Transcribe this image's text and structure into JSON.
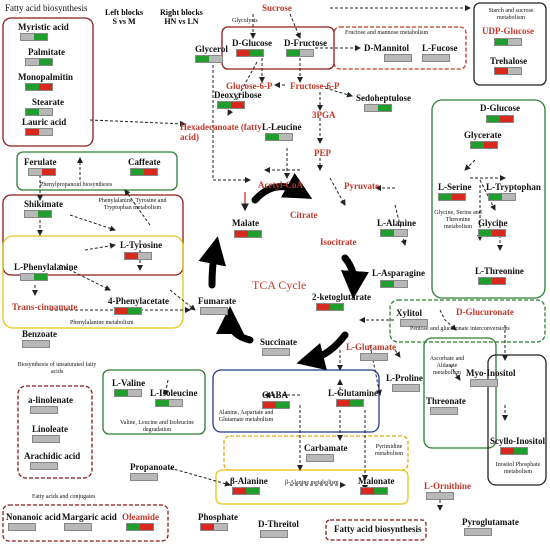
{
  "legend": {
    "left_title": "Left blocks",
    "left_sub": "S vs M",
    "right_title": "Right blocks",
    "right_sub": "HN vs LN"
  },
  "center_label": "TCA Cycle",
  "colors": {
    "up": "#d9281e",
    "down": "#1f9e2d",
    "unchanged": "#b8b8b8",
    "red_text": "#c0392b"
  },
  "groups": {
    "fatty_acid_biosynthesis_top": "Fatty acid biosynthesis",
    "glycolysis": "Glycolysis",
    "fructose_mannose": "Fructose and mannose metabolism",
    "starch_sucrose": "Starch and sucrose metabolism",
    "phenylpropanoid": "Phenylpropanoid biosynthesis",
    "phe_tyr_trp": "Phenylalanine, Tyrosine and Tryptophan metabolism",
    "phenylalanine": "Phenylalanine metabolism",
    "gly_ser_thr": "Glycine, Serine and Threonine metabolism",
    "pentose": "Pentose and glucoronate interconversions",
    "ascorbate": "Ascorbate and Aldarate metabolism",
    "inositol": "Inositol Phosphate metabolism",
    "unsaturated": "Biosynthesis of unsaturated fatty acids",
    "val_leu_ile": "Valine, Leucine and Isoleucine degradation",
    "ala_asp_glu": "Alanine, Aspartate and Glutamate metabolism",
    "pyrimidine": "Pyrimidine metabolism",
    "beta_alanine": "β-Alanine metabolism",
    "fatty_conj": "Fatty acids and conjugates",
    "fatty_acid_biosynthesis_bottom": "Fatty acid biosynthesis"
  },
  "metabolites": {
    "myristic": "Myristic acid",
    "palmitate": "Palmitate",
    "monopalmitin": "Monopalmitin",
    "stearate": "Stearate",
    "lauric": "Lauric acid",
    "glycerol": "Glycerol",
    "deoxyribose": "Deoxyribose",
    "hexadecanoate": "Hexadecanoate (fatty acid)",
    "sucrose": "Sucrose",
    "dglucose": "D-Glucose",
    "dfructose": "D-Fructose",
    "dmannitol": "D-Mannitol",
    "lfucose": "L-Fucose",
    "udpglucose": "UDP-Glucose",
    "trehalose": "Trehalose",
    "glucose6p": "Glucose-6-P",
    "fructose6p": "Fructose-6-P",
    "sedoheptulose": "Sedoheptulose",
    "lleucine": "L-Leucine",
    "pga3": "3PGA",
    "pep": "PEP",
    "acetylcoa": "Acetyl-CoA",
    "pyruvate": "Pyruvate",
    "citrate": "Citrate",
    "isocitrate": "Isocitrate",
    "malate": "Malate",
    "dglucose2": "D-Glucose",
    "glycerate": "Glycerate",
    "lserine": "L-Serine",
    "ltryptophan": "L-Tryptophan",
    "glycine": "Glycine",
    "lthreonine": "L-Threonine",
    "ferulate": "Ferulate",
    "caffeate": "Caffeate",
    "shikimate": "Shikimate",
    "ltyrosine": "L-Tyrosine",
    "lphenylalanine": "L-Phenylalanine",
    "phenylacetate": "4-Phenylacetate",
    "transcinnamate": "Trans-cinnamate",
    "benzoate": "Benzoate",
    "fumarate": "Fumarate",
    "lalanine": "L-Alanine",
    "lasparagine": "L-Asparagine",
    "ketoglutarate": "2-ketoglutarate",
    "xylitol": "Xylitol",
    "dglucuronate": "D-Glucuronate",
    "succinate": "Succinate",
    "lglutamate": "L-Glutamate",
    "lproline": "L-Proline",
    "myoinositol": "Myo-Inositol",
    "threonate": "Threonate",
    "scylloinositol": "Scyllo-Inositol",
    "lvaline": "L-Valine",
    "lisoleucine": "L-Isoleucine",
    "gaba": "GABA",
    "lglutamine": "L-Glutamine",
    "alinolenate": "a-linolenate",
    "linoleate": "Linoleate",
    "arachidic": "Arachidic acid",
    "carbamate": "Carbamate",
    "propanoate": "Propanoate",
    "balanine": "β-Alanine",
    "malonate": "Malonate",
    "lornithine": "L-Ornithine",
    "nonanoic": "Nonanoic acid",
    "margaric": "Margaric acid",
    "oleamide": "Oleamide",
    "phosphate": "Phosphate",
    "dthreitol": "D-Threitol",
    "pyroglutamate": "Pyroglutamate"
  }
}
